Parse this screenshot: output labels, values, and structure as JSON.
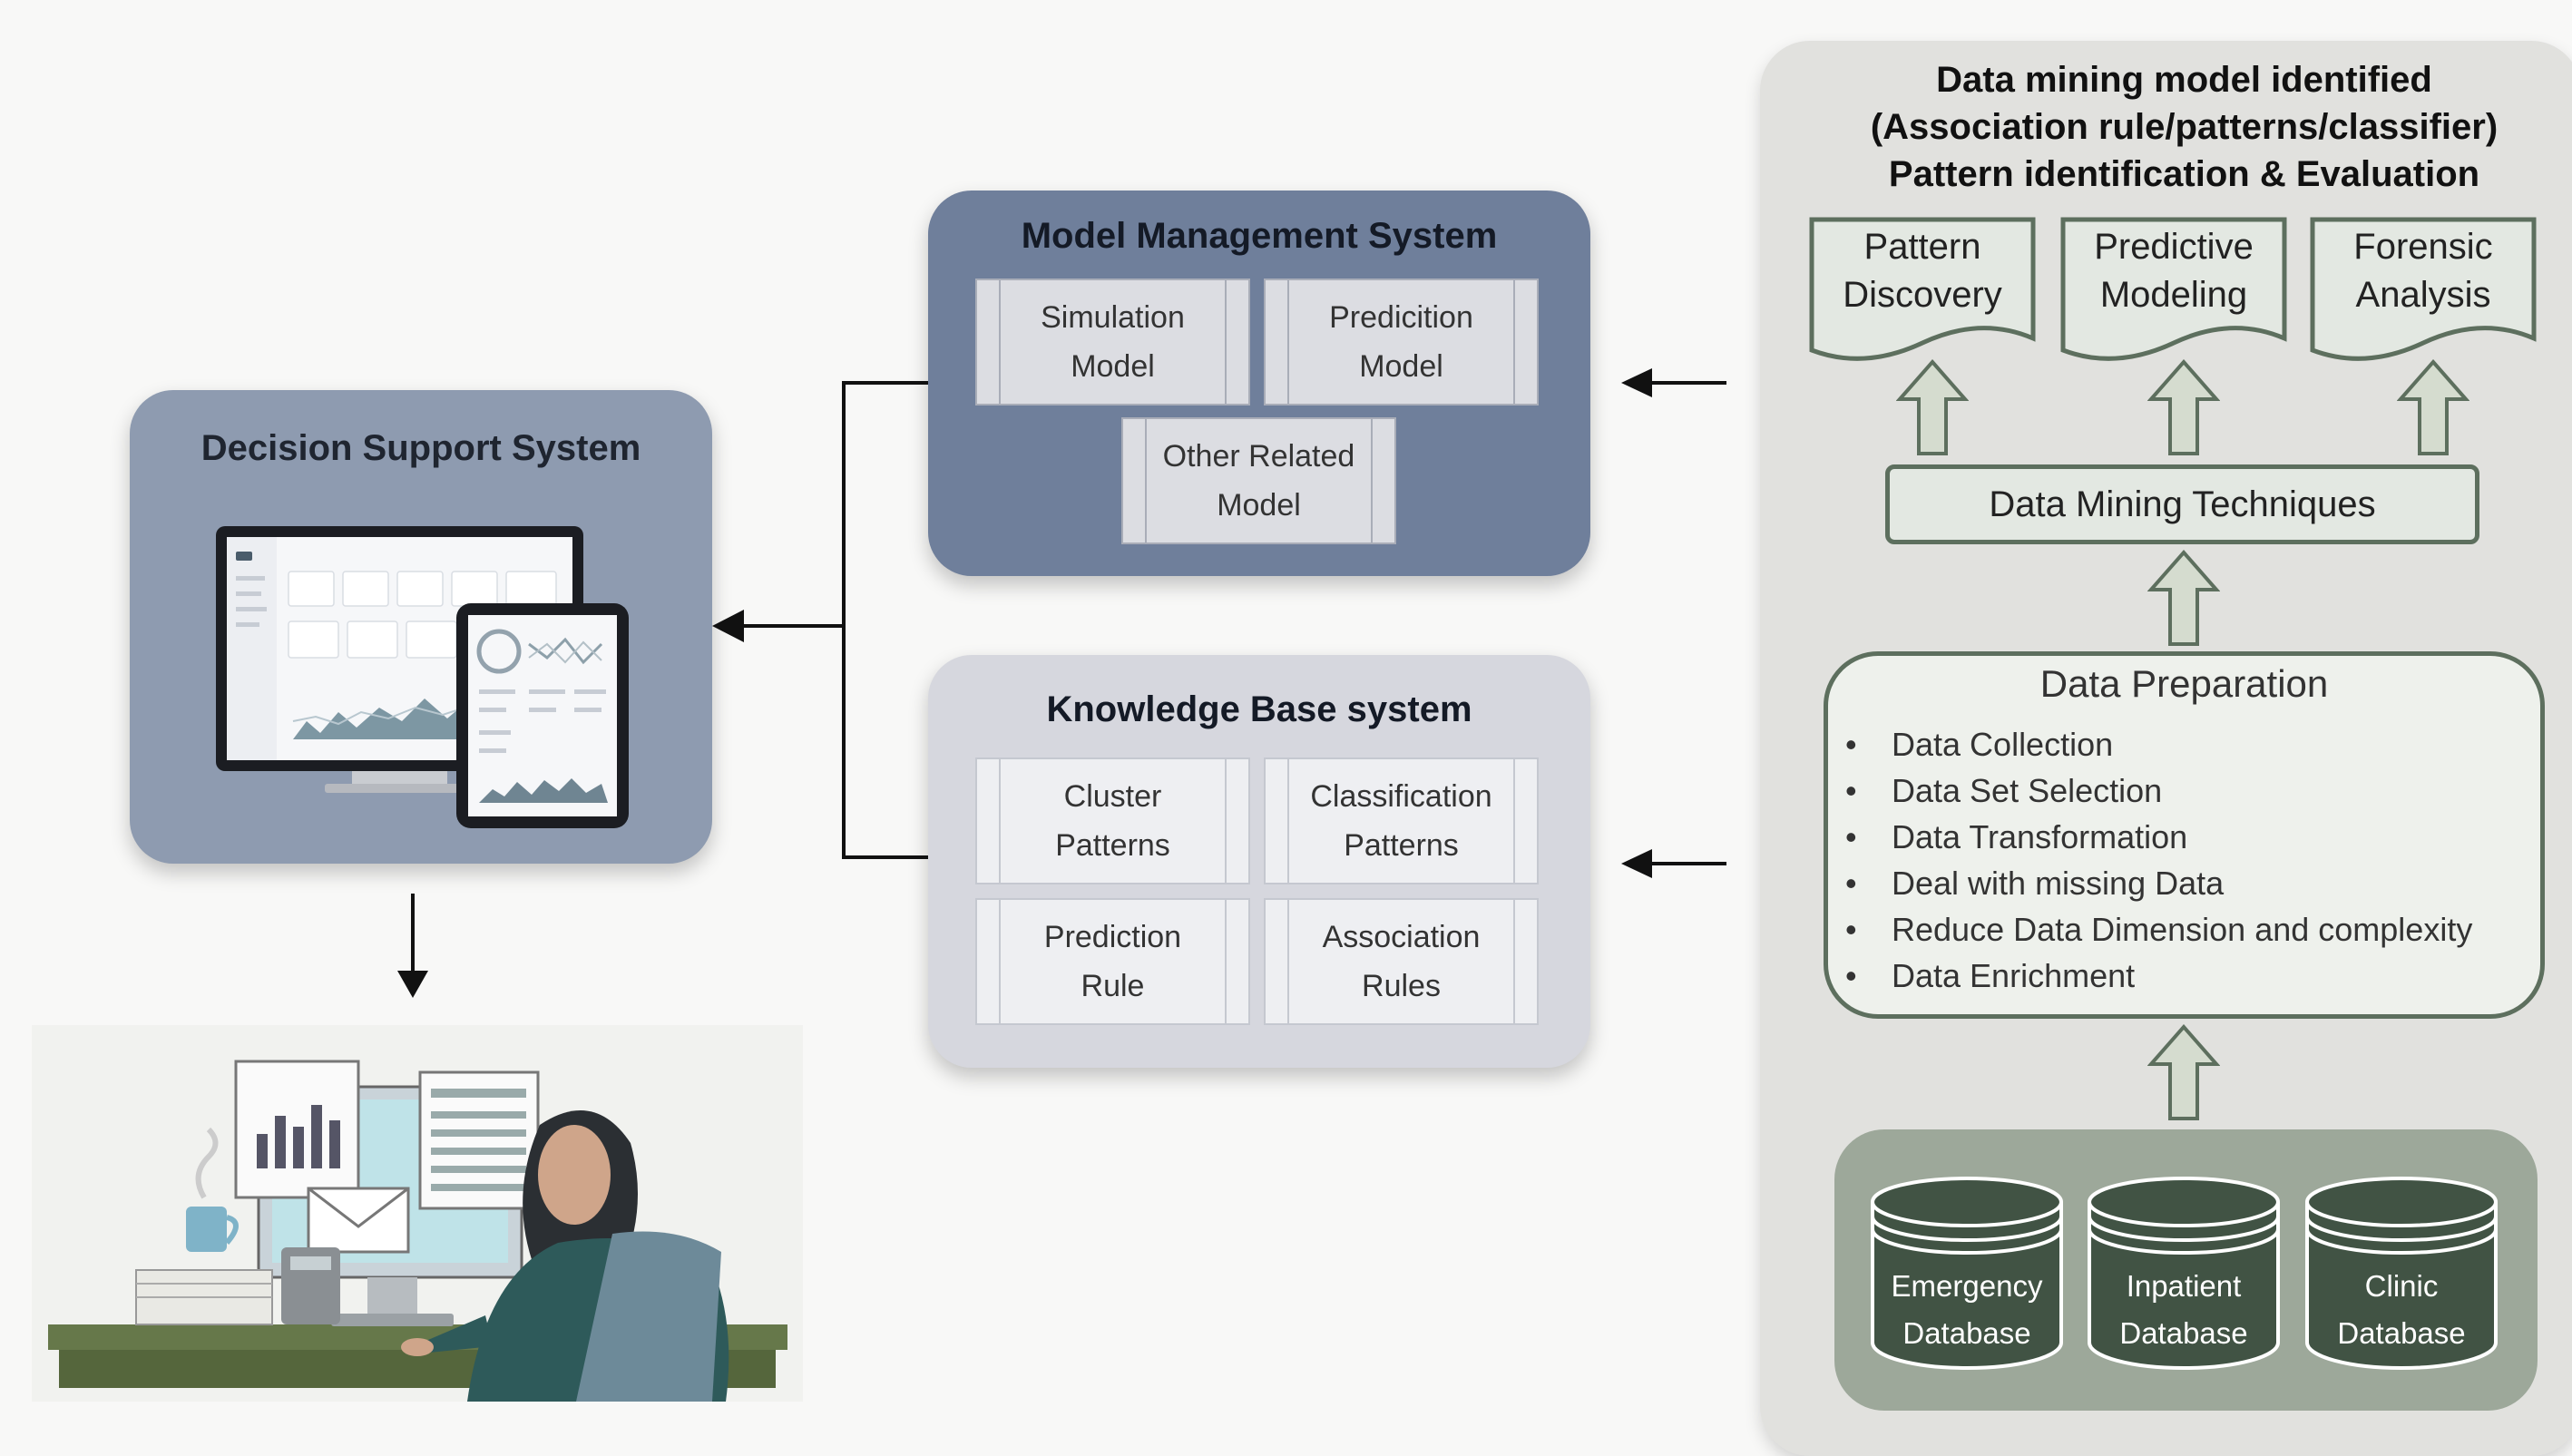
{
  "dss": {
    "title": "Decision Support System"
  },
  "model_management": {
    "title": "Model Management System",
    "models": [
      "Simulation\nModel",
      "Predicition\nModel",
      "Other Related\nModel"
    ]
  },
  "knowledge_base": {
    "title": "Knowledge Base system",
    "items": [
      "Cluster\nPatterns",
      "Classification\nPatterns",
      "Prediction\nRule",
      "Association\nRules"
    ]
  },
  "right_panel": {
    "heading_line1": "Data mining model identified",
    "heading_line2": "(Association rule/patterns/classifier)",
    "heading_line3": "Pattern identification & Evaluation",
    "outputs": [
      "Pattern\nDiscovery",
      "Predictive\nModeling",
      "Forensic\nAnalysis"
    ],
    "techniques": "Data Mining Techniques",
    "preparation_title": "Data Preparation",
    "preparation_steps": [
      "Data Collection",
      "Data Set Selection",
      "Data Transformation",
      "Deal with missing Data",
      "Reduce Data Dimension and complexity",
      "Data Enrichment"
    ],
    "databases": [
      "Emergency\nDatabase",
      "Inpatient\nDatabase",
      "Clinic\nDatabase"
    ]
  },
  "colors": {
    "dss_panel": "#8e9bb0",
    "mms_panel": "#6f7f9b",
    "kbs_panel": "#d6d7de",
    "right_panel": "#e1e1de",
    "green_shape": "#e3e8e2",
    "green_border": "#5d6f5e",
    "db_fill": "#415344"
  }
}
